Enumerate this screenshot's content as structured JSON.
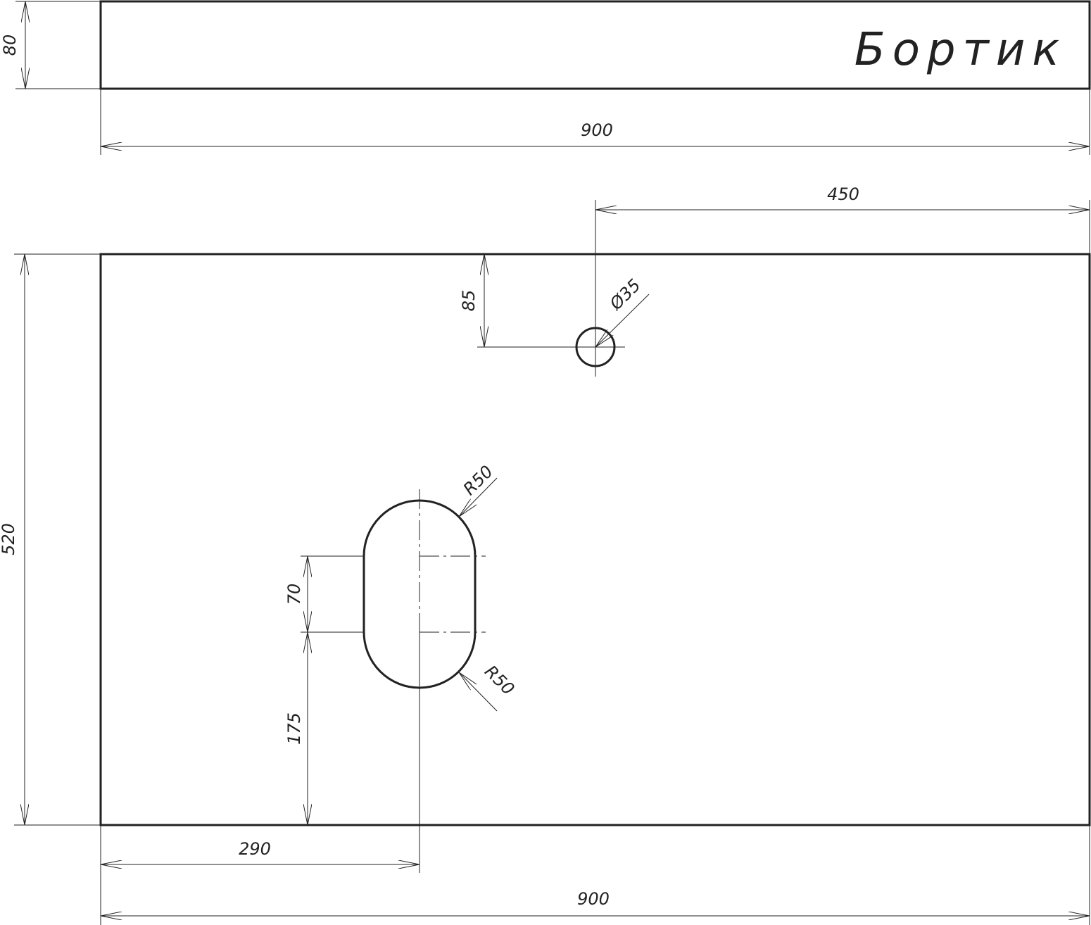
{
  "part_label": "Бортик",
  "dimensions": {
    "bortik_height": "80",
    "bortik_width": "900",
    "top_width": "900",
    "top_depth": "520",
    "hole_offset_right": "450",
    "hole_offset_top": "85",
    "hole_diameter": "Ø35",
    "slot_offset_left": "290",
    "slot_straight_length": "70",
    "slot_offset_bottom": "175",
    "slot_radius_top": "R50",
    "slot_radius_bottom": "R50"
  }
}
